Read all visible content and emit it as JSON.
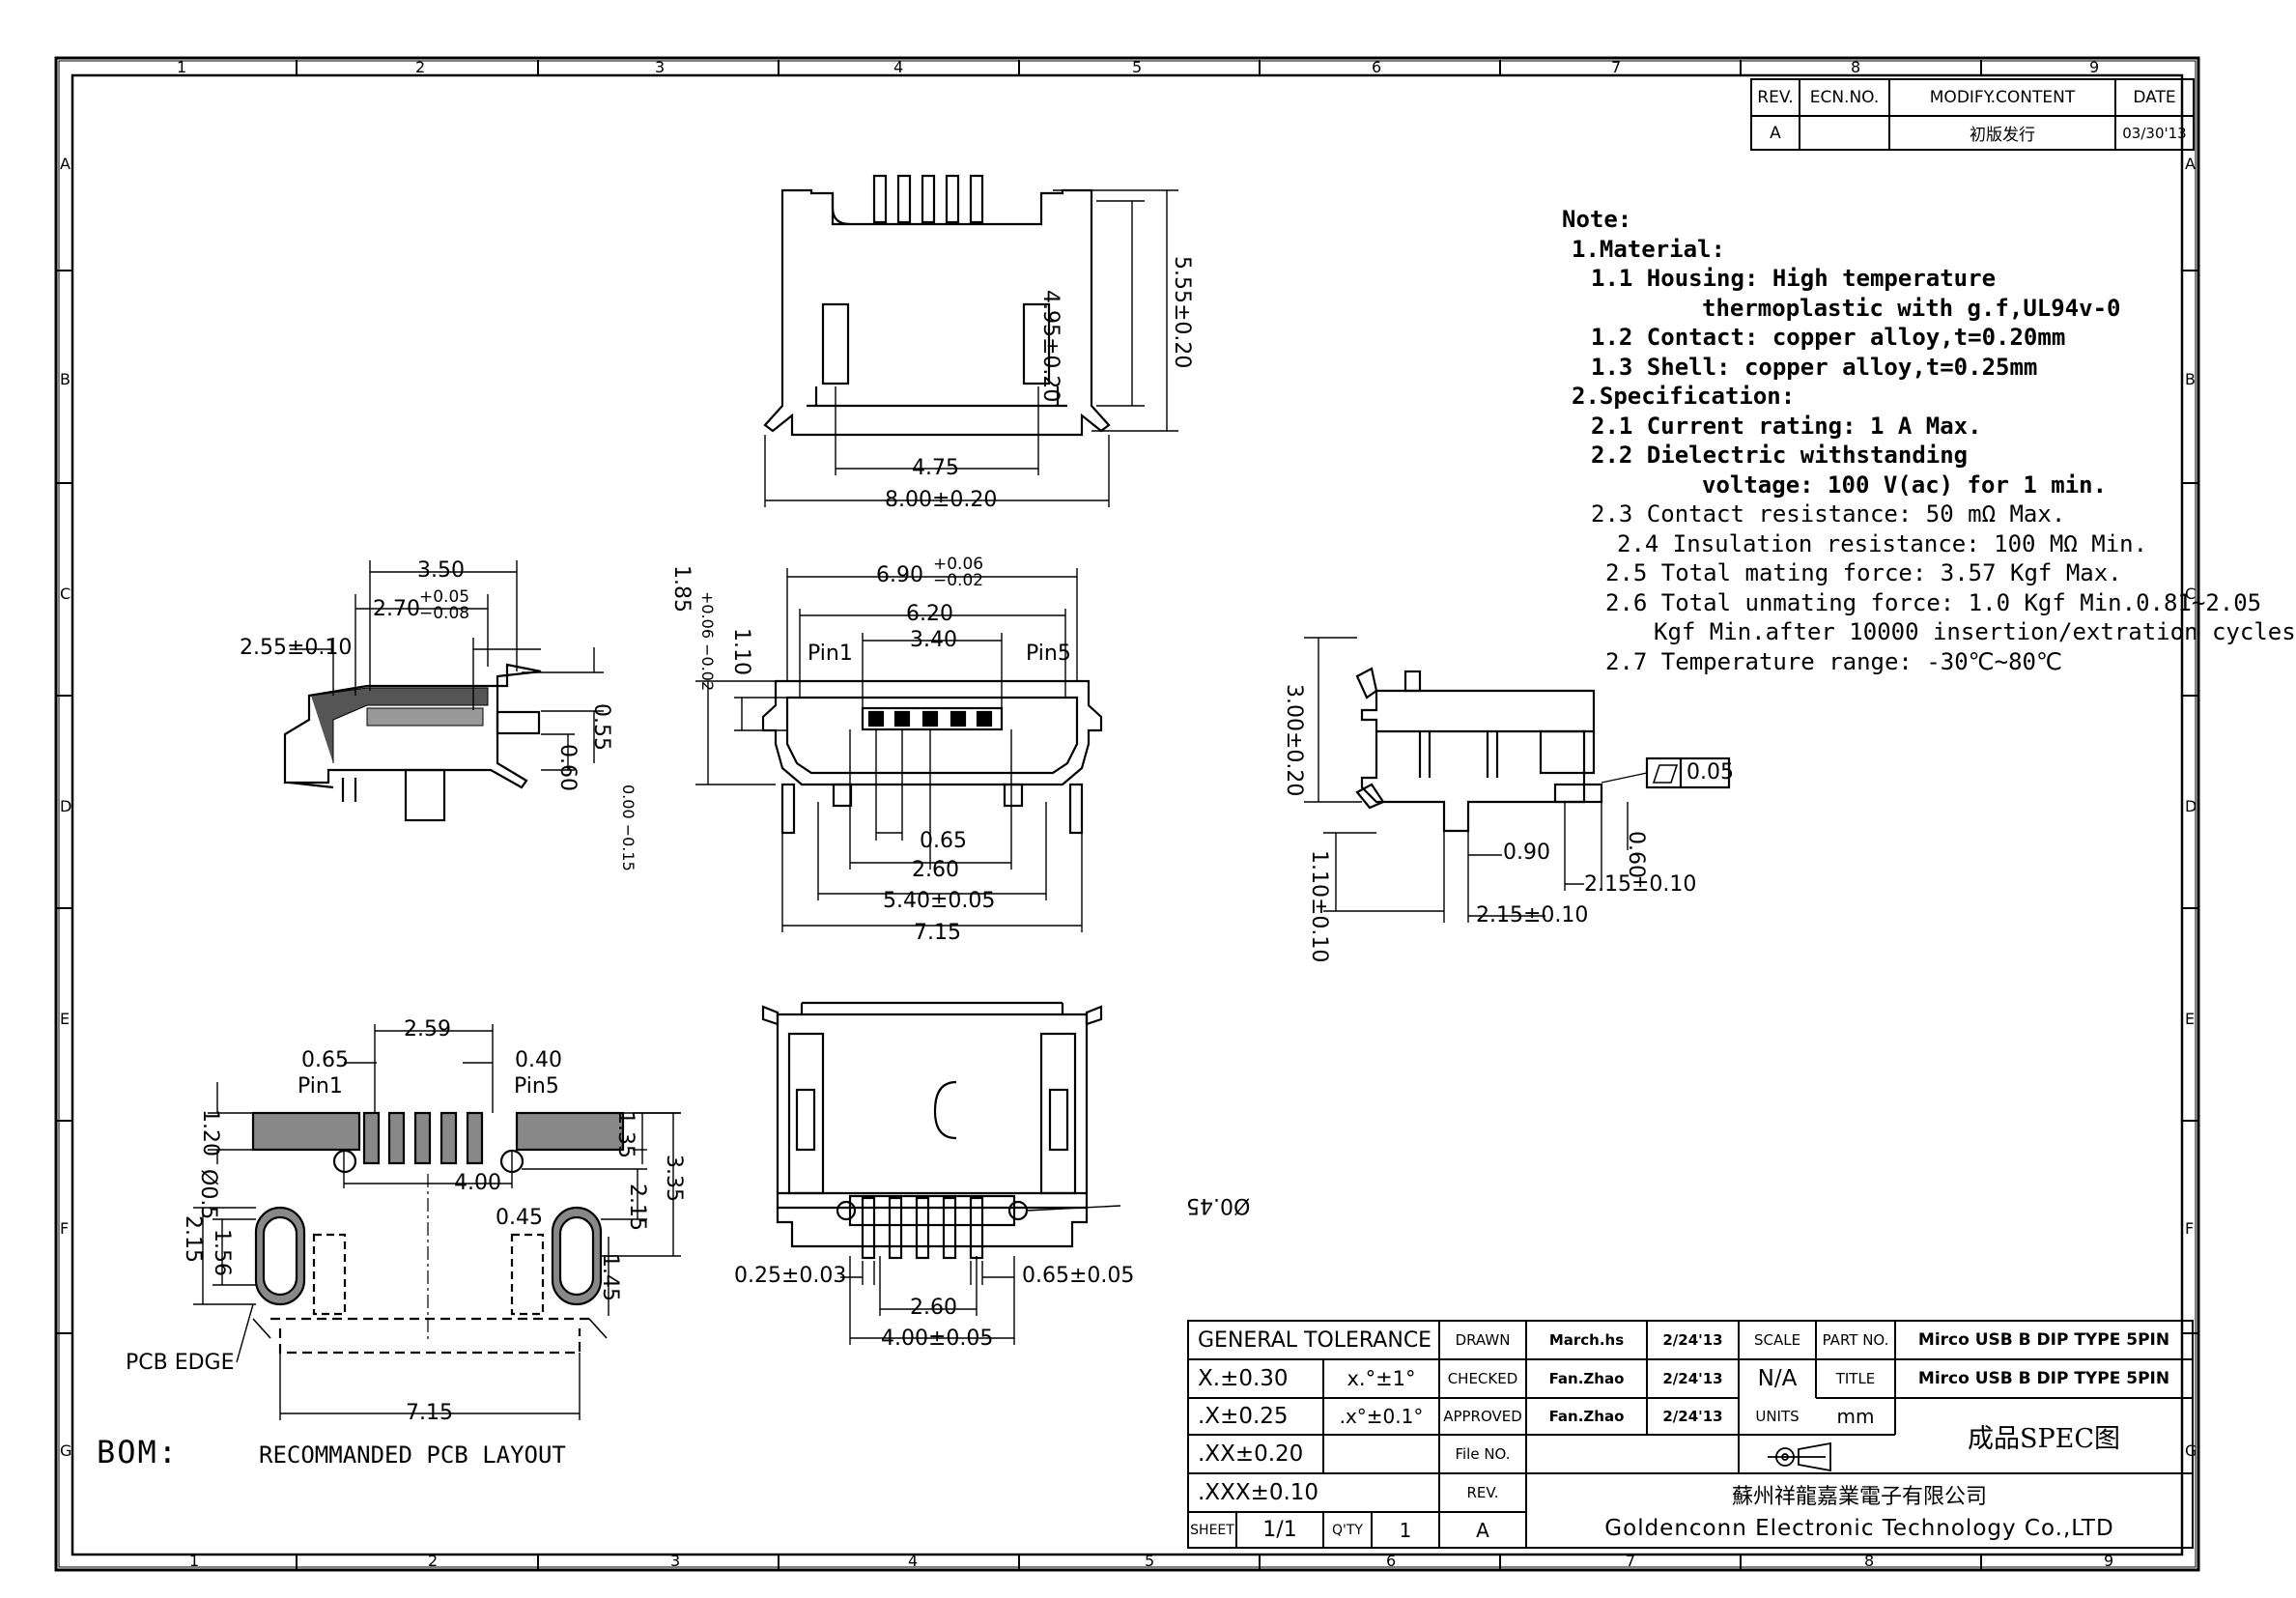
{
  "border": {
    "columns": [
      "1",
      "2",
      "3",
      "4",
      "5",
      "6",
      "7",
      "8",
      "9"
    ],
    "rows": [
      "A",
      "B",
      "C",
      "D",
      "E",
      "F",
      "G"
    ]
  },
  "revision_table": {
    "headers": [
      "REV.",
      "ECN.NO.",
      "MODIFY.CONTENT",
      "DATE"
    ],
    "row": {
      "rev": "A",
      "ecn": "",
      "content": "初版发行",
      "date": "03/30'13"
    }
  },
  "notes": {
    "heading": "Note:",
    "lines": [
      "1.Material:",
      "1.1 Housing: High temperature",
      "thermoplastic with g.f,UL94v-0",
      "1.2 Contact: copper alloy,t=0.20mm",
      "1.3 Shell: copper alloy,t=0.25mm",
      "2.Specification:",
      "2.1 Current rating: 1 A Max.",
      "2.2 Dielectric withstanding",
      "voltage: 100 V(ac) for 1 min.",
      "2.3 Contact resistance: 50 mΩ Max.",
      "2.4 Insulation resistance: 100 MΩ Min.",
      "2.5 Total mating force: 3.57 Kgf Max.",
      "2.6 Total unmating force: 1.0 Kgf Min.0.81~2.05",
      "Kgf Min.after 10000 insertion/extration cycles",
      "2.7 Temperature range: -30℃~80℃"
    ]
  },
  "dims": {
    "top_view": {
      "d_475": "4.75",
      "d_800": "8.00±0.20",
      "d_495": "4.95±0.20",
      "d_555": "5.55±0.20"
    },
    "side_left": {
      "d_350": "3.50",
      "d_270": "2.70",
      "d_270_tol": "+0.05 −0.08",
      "d_255": "2.55±0.10",
      "d_055": "0.55",
      "d_055_tol": "0.00 −0.15",
      "d_060": "0.60"
    },
    "front_view": {
      "d_690": "6.90",
      "d_690_tol": "+0.06 −0.02",
      "d_620": "6.20",
      "d_340": "3.40",
      "pin1": "Pin1",
      "pin5": "Pin5",
      "d_185": "1.85",
      "d_185_tol": "+0.06 −0.02",
      "d_110": "1.10",
      "d_065": "0.65",
      "d_260": "2.60",
      "d_540": "5.40±0.05",
      "d_715": "7.15"
    },
    "side_right": {
      "d_300": "3.00±0.20",
      "flatness": "0.05",
      "d_090": "0.90",
      "d_060": "0.60",
      "d_215a": "2.15±0.10",
      "d_215b": "2.15±0.10",
      "d_110": "1.10±0.10"
    },
    "pcb_layout": {
      "d_259": "2.59",
      "d_065": "0.65",
      "d_040": "0.40",
      "pin1": "Pin1",
      "pin5": "Pin5",
      "d_120": "1.20",
      "d_135": "1.35",
      "d_335": "3.35",
      "d_phi05": "Ø0.5",
      "d_400": "4.00",
      "d_045": "0.45",
      "d_215r": "2.15",
      "d_215l": "2.15",
      "d_156": "1.56",
      "d_145": "1.45",
      "pcb_edge": "PCB EDGE",
      "d_715": "7.15"
    },
    "bottom_view": {
      "d_phi045": "Ø0.45",
      "d_025": "0.25±0.03",
      "d_065": "0.65±0.05",
      "d_260": "2.60",
      "d_400": "4.00±0.05"
    }
  },
  "bom_label": "BOM:",
  "pcb_layout_caption": "RECOMMANDED PCB LAYOUT",
  "title_block": {
    "general_tolerance": "GENERAL TOLERANCE",
    "tol_x": "X.±0.30",
    "tol_deg1": "x.°±1°",
    "tol_xx1": ".X±0.25",
    "tol_deg2": ".x°±0.1°",
    "tol_xx2": ".XX±0.20",
    "tol_xxx": ".XXX±0.10",
    "drawn_label": "DRAWN",
    "drawn_name": "March.hs",
    "drawn_date": "2/24'13",
    "checked_label": "CHECKED",
    "checked_name": "Fan.Zhao",
    "checked_date": "2/24'13",
    "approved_label": "APPROVED",
    "approved_name": "Fan.Zhao",
    "approved_date": "2/24'13",
    "file_no_label": "File NO.",
    "rev_label": "REV.",
    "rev_value": "A",
    "sheet_label": "SHEET",
    "sheet_value": "1/1",
    "qty_label": "Q'TY",
    "qty_value": "1",
    "scale_label": "SCALE",
    "scale_value": "N/A",
    "part_no_label": "PART NO.",
    "part_no_value": "Mirco USB B DIP TYPE 5PIN",
    "title_label": "TITLE",
    "title_value": "Mirco USB B DIP TYPE 5PIN",
    "units_label": "UNITS",
    "units_value": "mm",
    "drawing_title": "成品SPEC图",
    "company_cn": "蘇州祥龍嘉業電子有限公司",
    "company_en": "Goldenconn Electronic Technology Co.,LTD"
  }
}
